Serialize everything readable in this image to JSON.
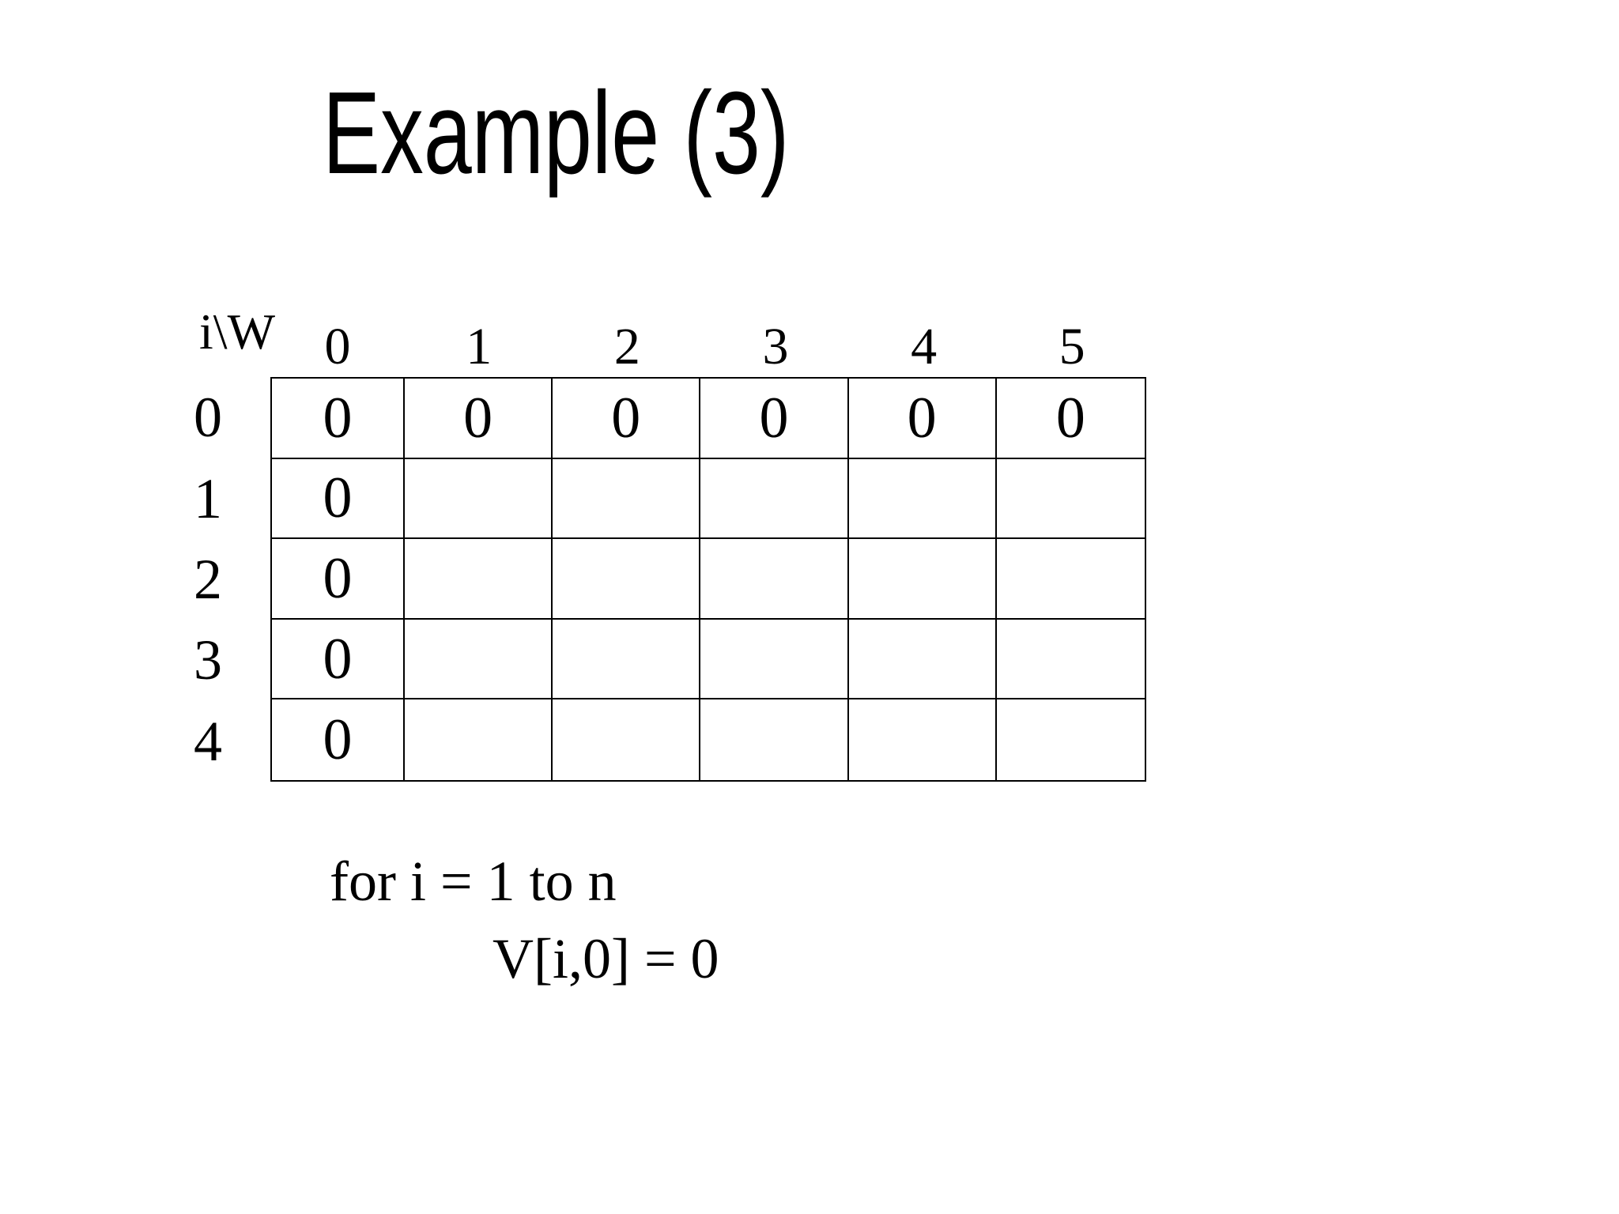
{
  "slide": {
    "title": "Example (3)",
    "colors": {
      "background": "#ffffff",
      "text": "#000000",
      "table_border": "#000000"
    },
    "table": {
      "corner_label": "i\\W",
      "col_headers": [
        "0",
        "1",
        "2",
        "3",
        "4",
        "5"
      ],
      "row_headers": [
        "0",
        "1",
        "2",
        "3",
        "4"
      ],
      "cells": [
        [
          "0",
          "0",
          "0",
          "0",
          "0",
          "0"
        ],
        [
          "0",
          "",
          "",
          "",
          "",
          ""
        ],
        [
          "0",
          "",
          "",
          "",
          "",
          ""
        ],
        [
          "0",
          "",
          "",
          "",
          "",
          ""
        ],
        [
          "0",
          "",
          "",
          "",
          "",
          ""
        ]
      ]
    },
    "code": {
      "line1": "for i = 1 to n",
      "line2": "V[i,0] = 0"
    }
  }
}
